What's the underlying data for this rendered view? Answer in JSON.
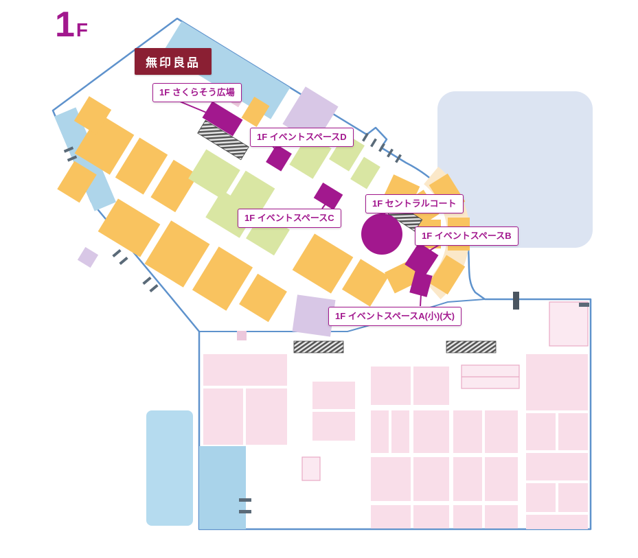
{
  "floor": {
    "number": "1",
    "suffix": "F"
  },
  "map": {
    "badge": {
      "label": "無印良品"
    },
    "callouts": [
      {
        "id": "sakurasou-plaza",
        "text": "1F さくらそう広場"
      },
      {
        "id": "event-space-d",
        "text": "1F イベントスペースD"
      },
      {
        "id": "event-space-c",
        "text": "1F イベントスペースC"
      },
      {
        "id": "central-court",
        "text": "1F セントラルコート"
      },
      {
        "id": "event-space-b",
        "text": "1F イベントスペースB"
      },
      {
        "id": "event-space-a",
        "text": "1F イベントスペースA(小)(大)"
      }
    ],
    "colors": {
      "accent_magenta": "#a2188e",
      "badge_red": "#8a1f33",
      "outline_blue": "#5e92cc",
      "shop_orange": "#f9c35f",
      "shop_green": "#d9e6a3",
      "shop_lavender": "#d8c7e6",
      "shop_pink": "#f9dee9",
      "walkway_blue": "#aed5ea",
      "adjacent_area_blue": "#dce4f2",
      "escalator_gray": "#555555"
    }
  }
}
